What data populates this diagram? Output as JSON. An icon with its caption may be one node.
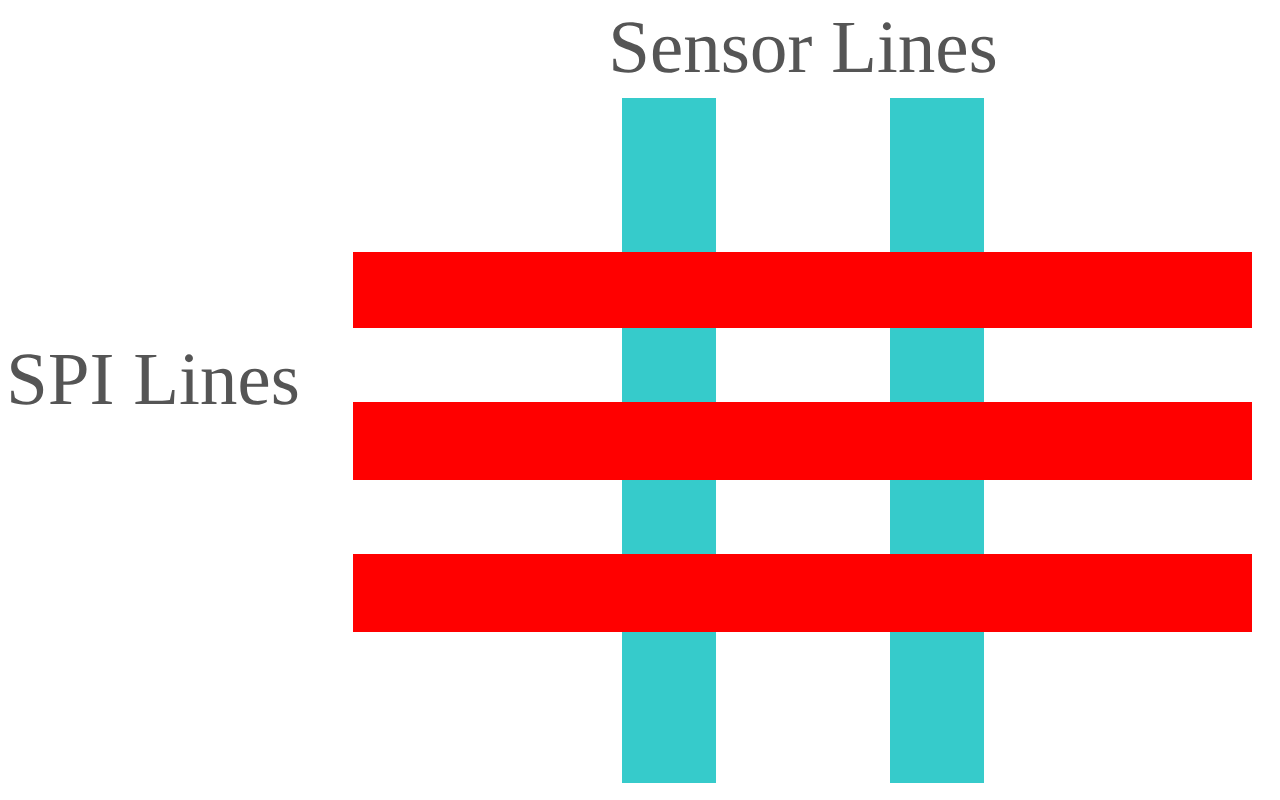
{
  "diagram": {
    "nodes": [
      {
        "text": [],
        "shape": "bar"
      },
      {
        "text": [],
        "shape": "bar"
      },
      {
        "text": [],
        "shape": "bar"
      },
      {
        "text": [],
        "shape": "bar"
      },
      {
        "text": [],
        "shape": "bar"
      }
    ],
    "labels": [
      "Sensor Lines",
      "SPI Lines"
    ]
  }
}
